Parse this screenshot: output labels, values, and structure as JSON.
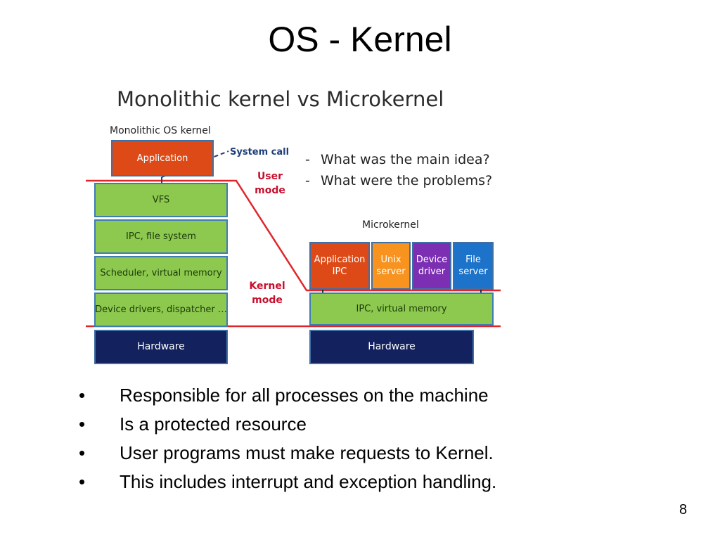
{
  "slide": {
    "title": "OS - Kernel",
    "page_number": "8"
  },
  "figure": {
    "title": "Monolithic kernel vs Microkernel",
    "monolithic": {
      "label": "Monolithic OS kernel",
      "application": "Application",
      "layers": [
        "VFS",
        "IPC, file system",
        "Scheduler, virtual memory",
        "Device drivers, dispatcher …"
      ],
      "hardware": "Hardware"
    },
    "system_call": "System call",
    "user_mode": [
      "User",
      "mode"
    ],
    "kernel_mode": [
      "Kernel",
      "mode"
    ],
    "questions": [
      "What was the main idea?",
      "What were the problems?"
    ],
    "question_marker": "-",
    "microkernel": {
      "label": "Microkernel",
      "servers": [
        {
          "lines": [
            "Application",
            "IPC"
          ],
          "color": "#dd4a17"
        },
        {
          "lines": [
            "Unix",
            "server"
          ],
          "color": "#f7931e"
        },
        {
          "lines": [
            "Device",
            "driver"
          ],
          "color": "#7c2fb2"
        },
        {
          "lines": [
            "File",
            "server"
          ],
          "color": "#1c73c9"
        }
      ],
      "core": "IPC, virtual memory",
      "hardware": "Hardware"
    },
    "colors": {
      "mode_boundary": "#e0262b",
      "arrow": "#1f3e7a",
      "layer_green": "#8dc94e",
      "hardware_navy": "#13225e"
    }
  },
  "bullets": {
    "marker": "•",
    "items": [
      "Responsible for all processes on the machine",
      "Is a protected resource",
      "User programs must make requests to Kernel.",
      "This includes interrupt and exception handling."
    ]
  }
}
